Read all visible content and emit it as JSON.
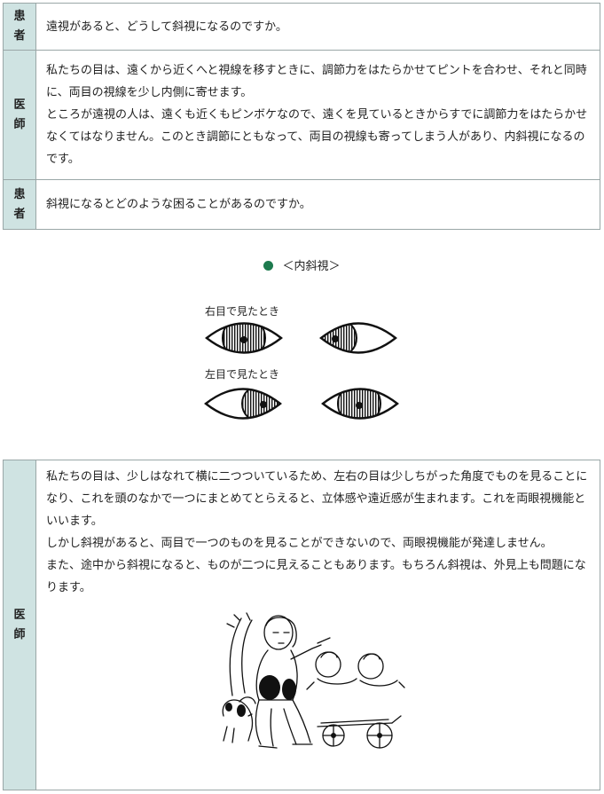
{
  "rows_top": [
    {
      "role": [
        "患",
        "者"
      ],
      "text": [
        "遠視があると、どうして斜視になるのですか。"
      ]
    },
    {
      "role": [
        "医",
        "師"
      ],
      "text": [
        "私たちの目は、遠くから近くへと視線を移すときに、調節力をはたらかせてピントを合わせ、それと同時に、両目の視線を少し内側に寄せます。",
        "ところが遠視の人は、遠くも近くもピンボケなので、遠くを見ているときからすでに調節力をはたらかせなくてはなりません。このとき調節にともなって、両目の視線も寄ってしまう人があり、内斜視になるのです。"
      ]
    },
    {
      "role": [
        "患",
        "者"
      ],
      "text": [
        "斜視になるとどのような困ることがあるのですか。"
      ]
    }
  ],
  "figure": {
    "caption": "＜内斜視＞",
    "caption_dot_color": "#1d7a4e",
    "label_right": "右目で見たとき",
    "label_left": "左目で見たとき"
  },
  "row_bottom": {
    "role": [
      "医",
      "師"
    ],
    "text": [
      "私たちの目は、少しはなれて横に二つついているため、左右の目は少しちがった角度でものを見ることになり、これを頭のなかで一つにまとめてとらえると、立体感や遠近感が生まれます。これを両眼視機能といいます。",
      "しかし斜視があると、両目で一つのものを見ることができないので、両眼視機能が発達しません。",
      "また、途中から斜視になると、ものが二つに見えることもあります。もちろん斜視は、外見上も問題になります。"
    ]
  },
  "colors": {
    "role_bg": "#cfe3e2",
    "border": "#9aa7a7"
  }
}
